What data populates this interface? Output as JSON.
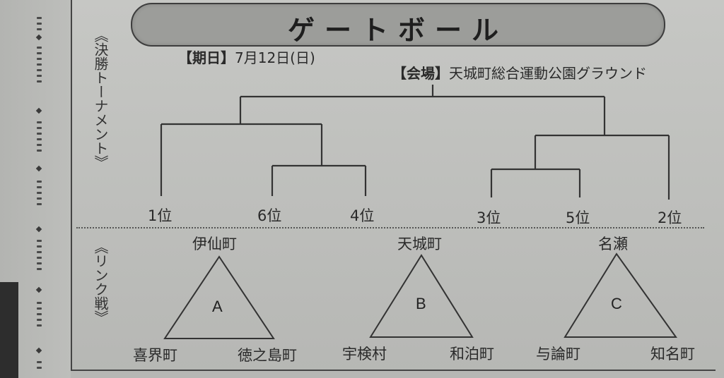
{
  "title": "ゲートボール",
  "sections": {
    "tournament": "《決勝トーナメント》",
    "league": "《リンク戦》"
  },
  "info": {
    "date_label": "【期日】",
    "date_value": "7月12日(日)",
    "venue_label": "【会場】",
    "venue_value": "天城町総合運動公園グラウンド"
  },
  "ranks": [
    "1位",
    "6位",
    "4位",
    "3位",
    "5位",
    "2位"
  ],
  "groups": [
    {
      "letter": "A",
      "top": "伊仙町",
      "left": "喜界町",
      "right": "徳之島町"
    },
    {
      "letter": "B",
      "top": "天城町",
      "left": "宇検村",
      "right": "和泊町"
    },
    {
      "letter": "C",
      "top": "名瀬",
      "left": "与論町",
      "right": "知名町"
    }
  ]
}
